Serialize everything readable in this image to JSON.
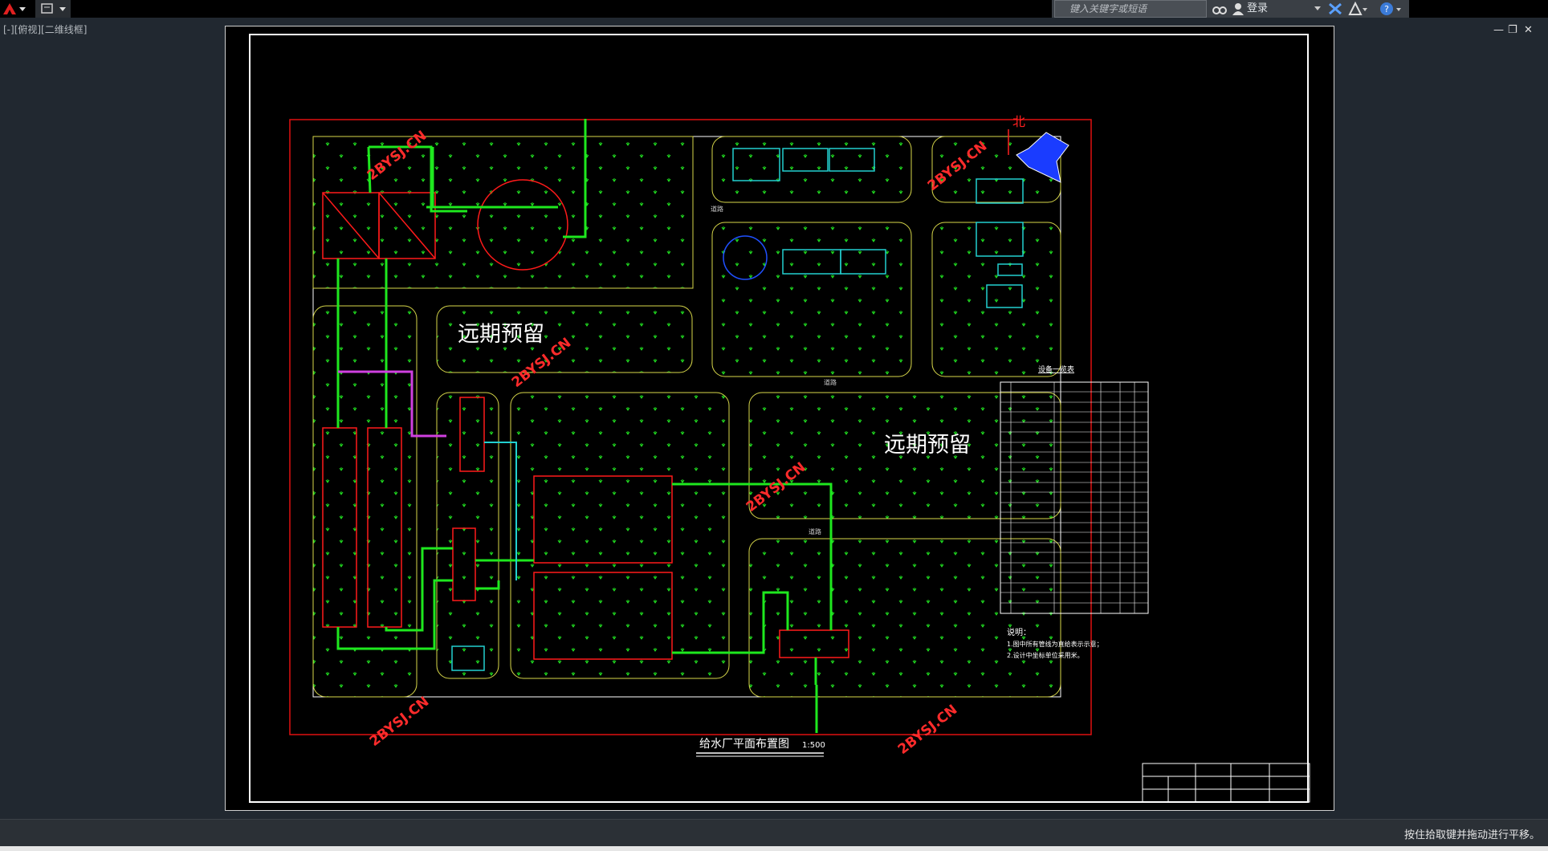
{
  "toolbar": {
    "search_placeholder": "键入关键字或短语",
    "login_label": "登录"
  },
  "viewport": {
    "view_label": "[-][俯视][二维线框]"
  },
  "drawing": {
    "title": "给水厂平面布置图",
    "scale": "1:500",
    "north_label": "北",
    "reserve_labels": [
      "远期预留",
      "远期预留"
    ],
    "watermark": "2BYSJ.CN",
    "road_label": "道路",
    "notes_title": "说明：",
    "notes": [
      "1.图中所有管线为直给表示示意；",
      "2.设计中坐标单位采用米。"
    ],
    "table_title": "设备一览表"
  },
  "status": {
    "message": "按住拾取键并拖动进行平移。"
  },
  "colors": {
    "background": "#212830",
    "paper": "#000000",
    "pipe_green": "#1ee81e",
    "structure_red": "#ff1a1a",
    "road_yellow": "#d8d84a",
    "cyan": "#22d0d0",
    "magenta": "#d040e0",
    "watermark_red": "#ff2b2b"
  }
}
